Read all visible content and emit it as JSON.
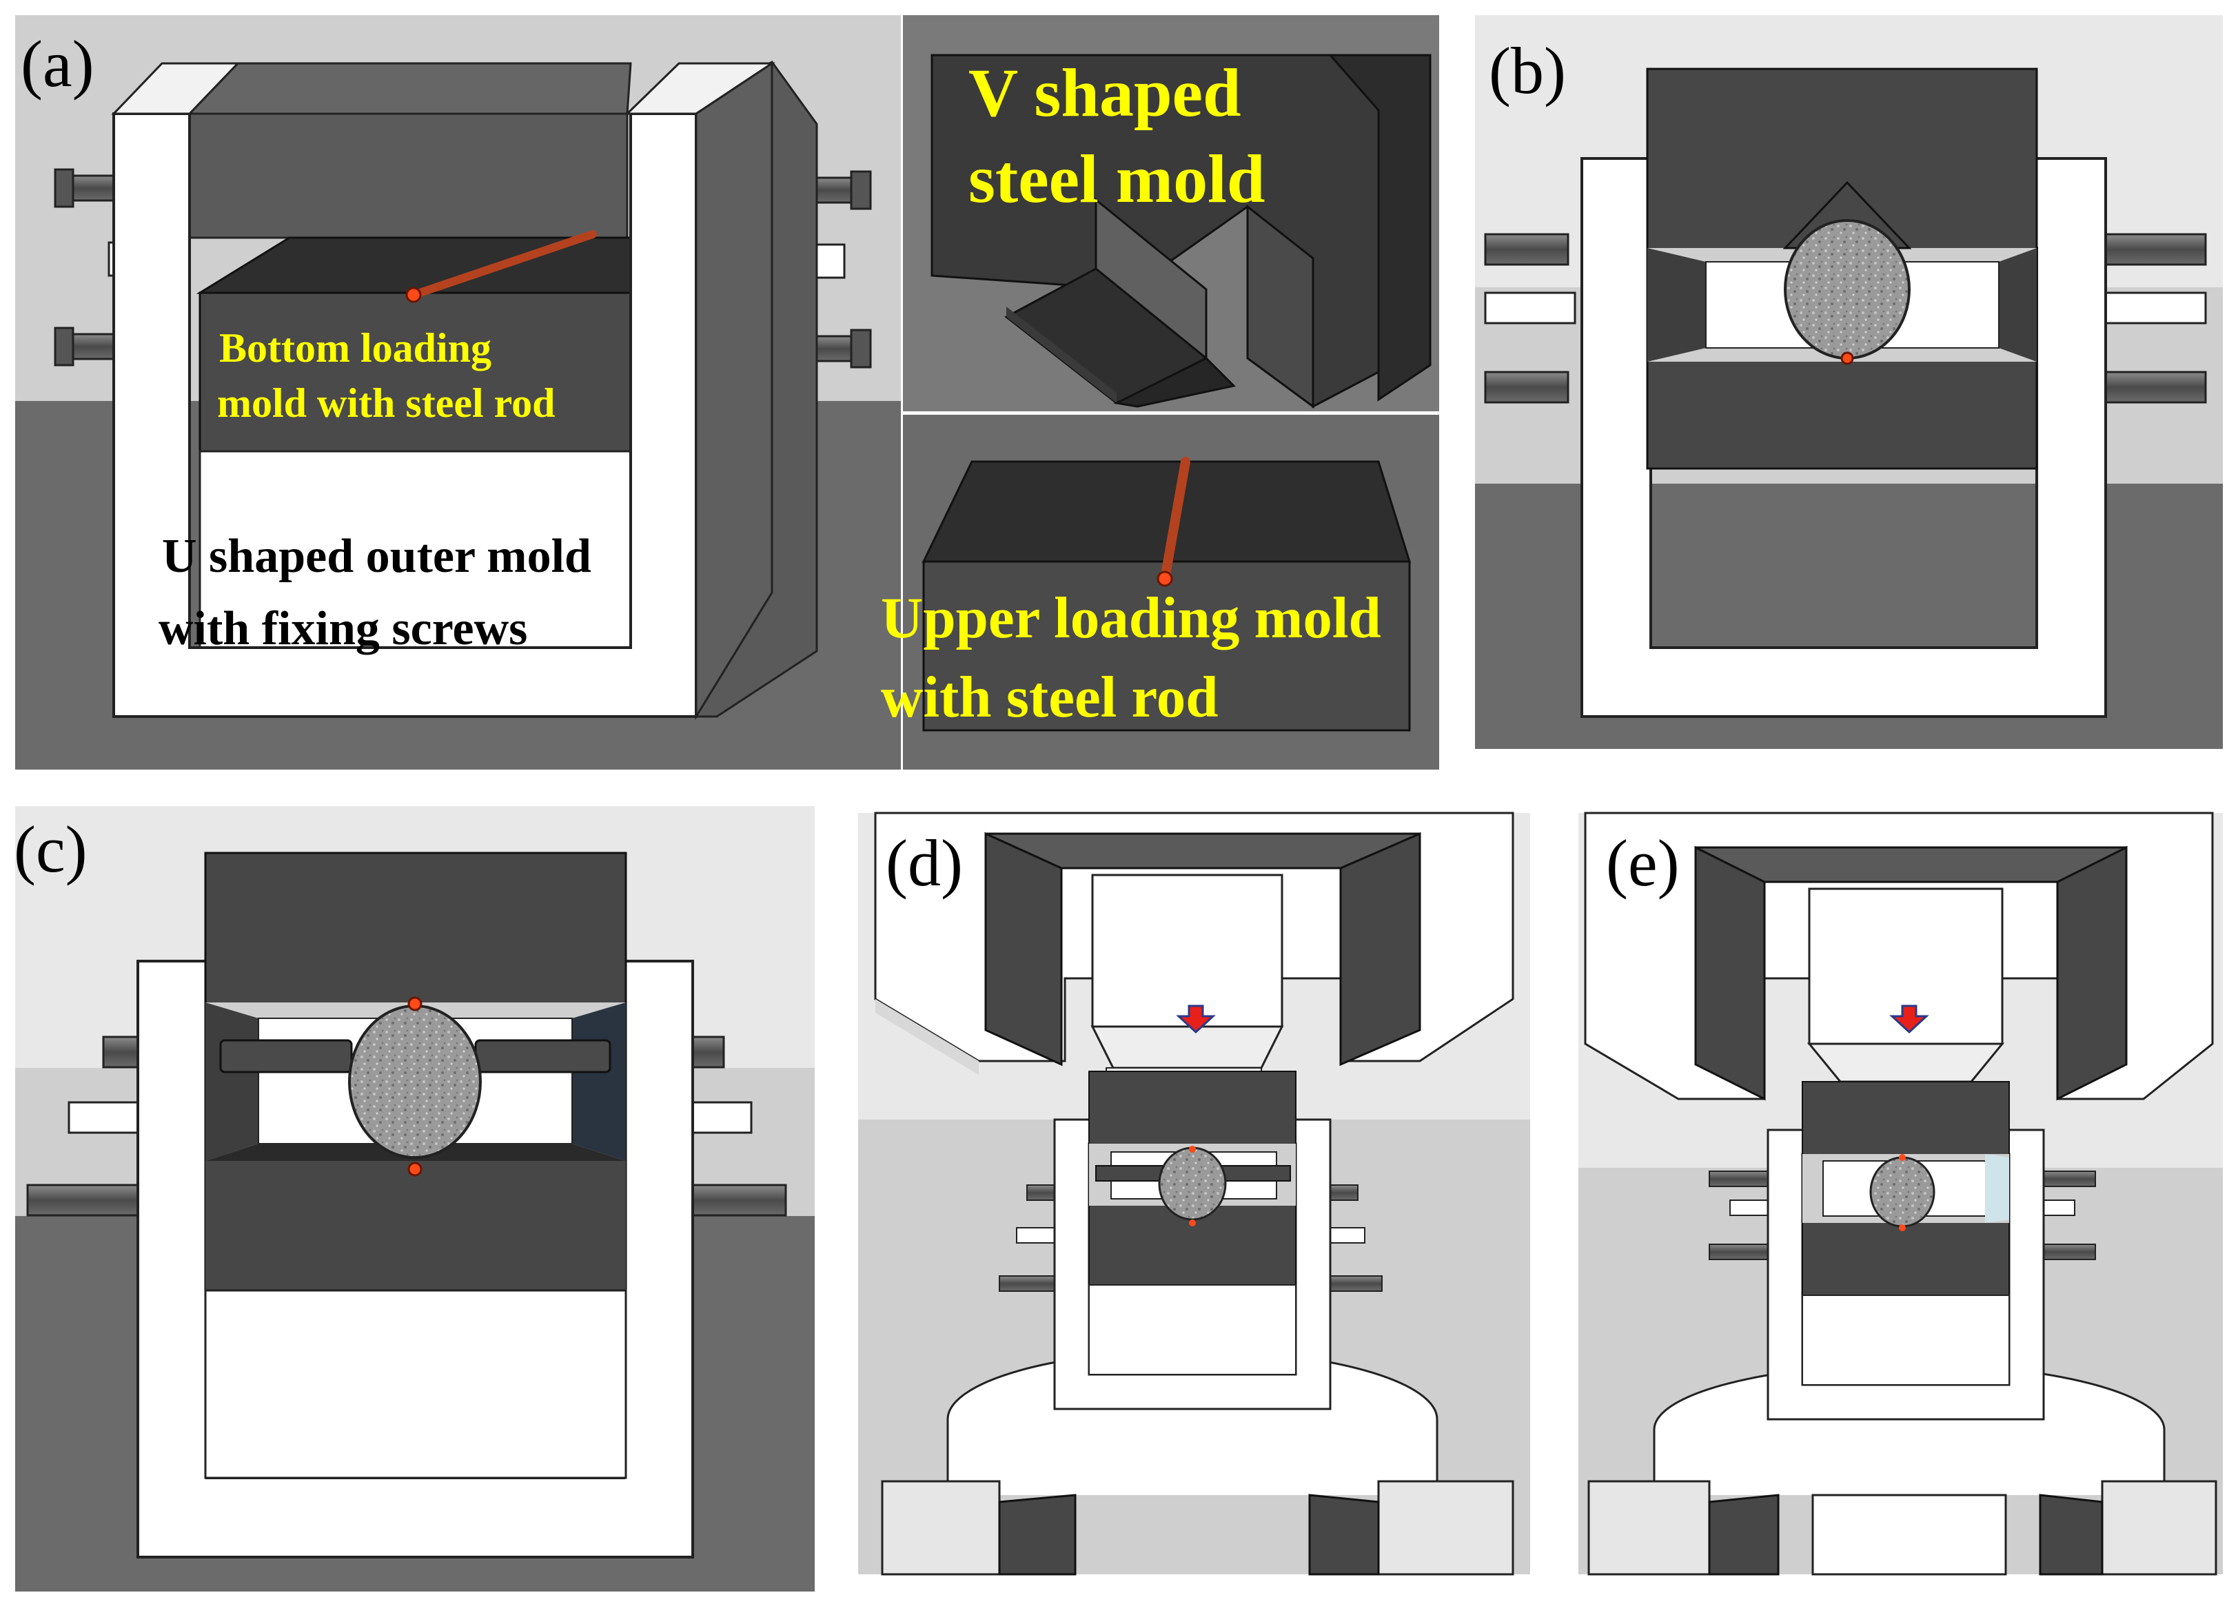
{
  "panels": {
    "a": {
      "label": "(a)"
    },
    "b": {
      "label": "(b)"
    },
    "c": {
      "label": "(c)"
    },
    "d": {
      "label": "(d)"
    },
    "e": {
      "label": "(e)"
    }
  },
  "annotations": {
    "bottom_mold_line1": "Bottom loading",
    "bottom_mold_line2": "mold with steel rod",
    "u_mold_line1": "U shaped outer mold",
    "u_mold_line2": "with fixing screws",
    "v_mold_line1": "V shaped",
    "v_mold_line2": "steel mold",
    "upper_mold_line1": "Upper loading mold",
    "upper_mold_line2": "with steel rod"
  },
  "colors": {
    "dark_block": "#4a4a4a",
    "darker_block": "#333333",
    "outer_mold": "#ffffff",
    "rod": "#b5421e",
    "label_yellow": "#ffff00",
    "specimen": "#9a9a9a"
  },
  "icons": [
    "arrow-down-icon",
    "screw-icon",
    "specimen-disc-icon"
  ]
}
